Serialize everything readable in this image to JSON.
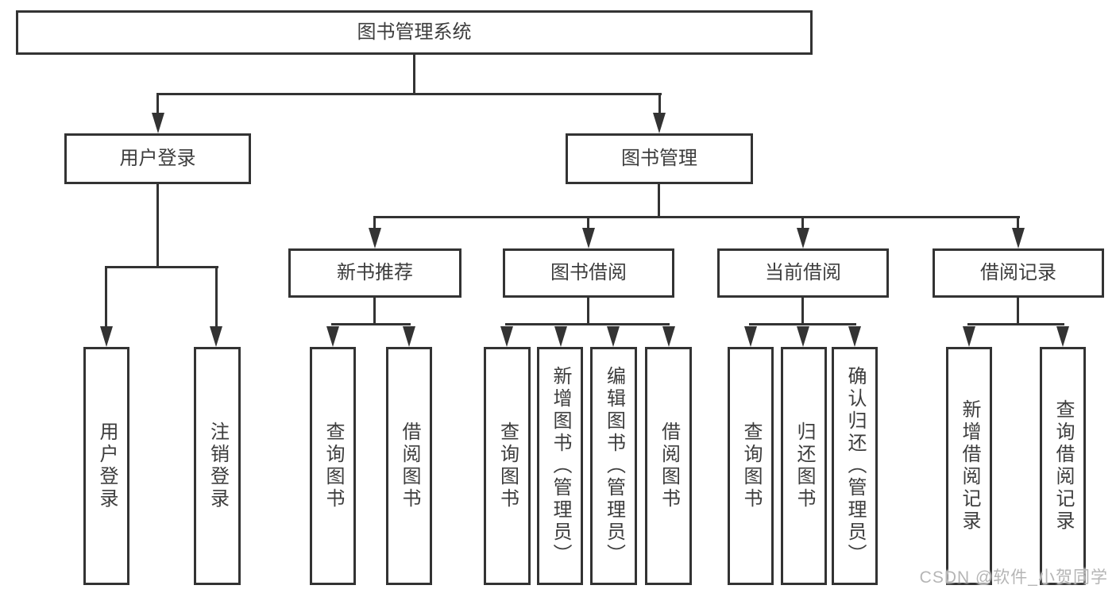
{
  "diagram": {
    "type": "tree",
    "root": {
      "label": "图书管理系统",
      "children": [
        {
          "label": "用户登录",
          "children": [
            {
              "label": "用户登录"
            },
            {
              "label": "注销登录"
            }
          ]
        },
        {
          "label": "图书管理",
          "children": [
            {
              "label": "新书推荐",
              "children": [
                {
                  "label": "查询图书"
                },
                {
                  "label": "借阅图书"
                }
              ]
            },
            {
              "label": "图书借阅",
              "children": [
                {
                  "label": "查询图书"
                },
                {
                  "label": "新增图书（管理员）"
                },
                {
                  "label": "编辑图书（管理员）"
                },
                {
                  "label": "借阅图书"
                }
              ]
            },
            {
              "label": "当前借阅",
              "children": [
                {
                  "label": "查询图书"
                },
                {
                  "label": "归还图书"
                },
                {
                  "label": "确认归还（管理员）"
                }
              ]
            },
            {
              "label": "借阅记录",
              "children": [
                {
                  "label": "新增借阅记录"
                },
                {
                  "label": "查询借阅记录"
                }
              ]
            }
          ]
        }
      ]
    }
  },
  "watermark": {
    "text": "CSDN @软件_小贺同学"
  },
  "colors": {
    "line": "#333333",
    "text": "#3d3d3d",
    "background": "#ffffff",
    "watermark": "#b5b5b5"
  }
}
